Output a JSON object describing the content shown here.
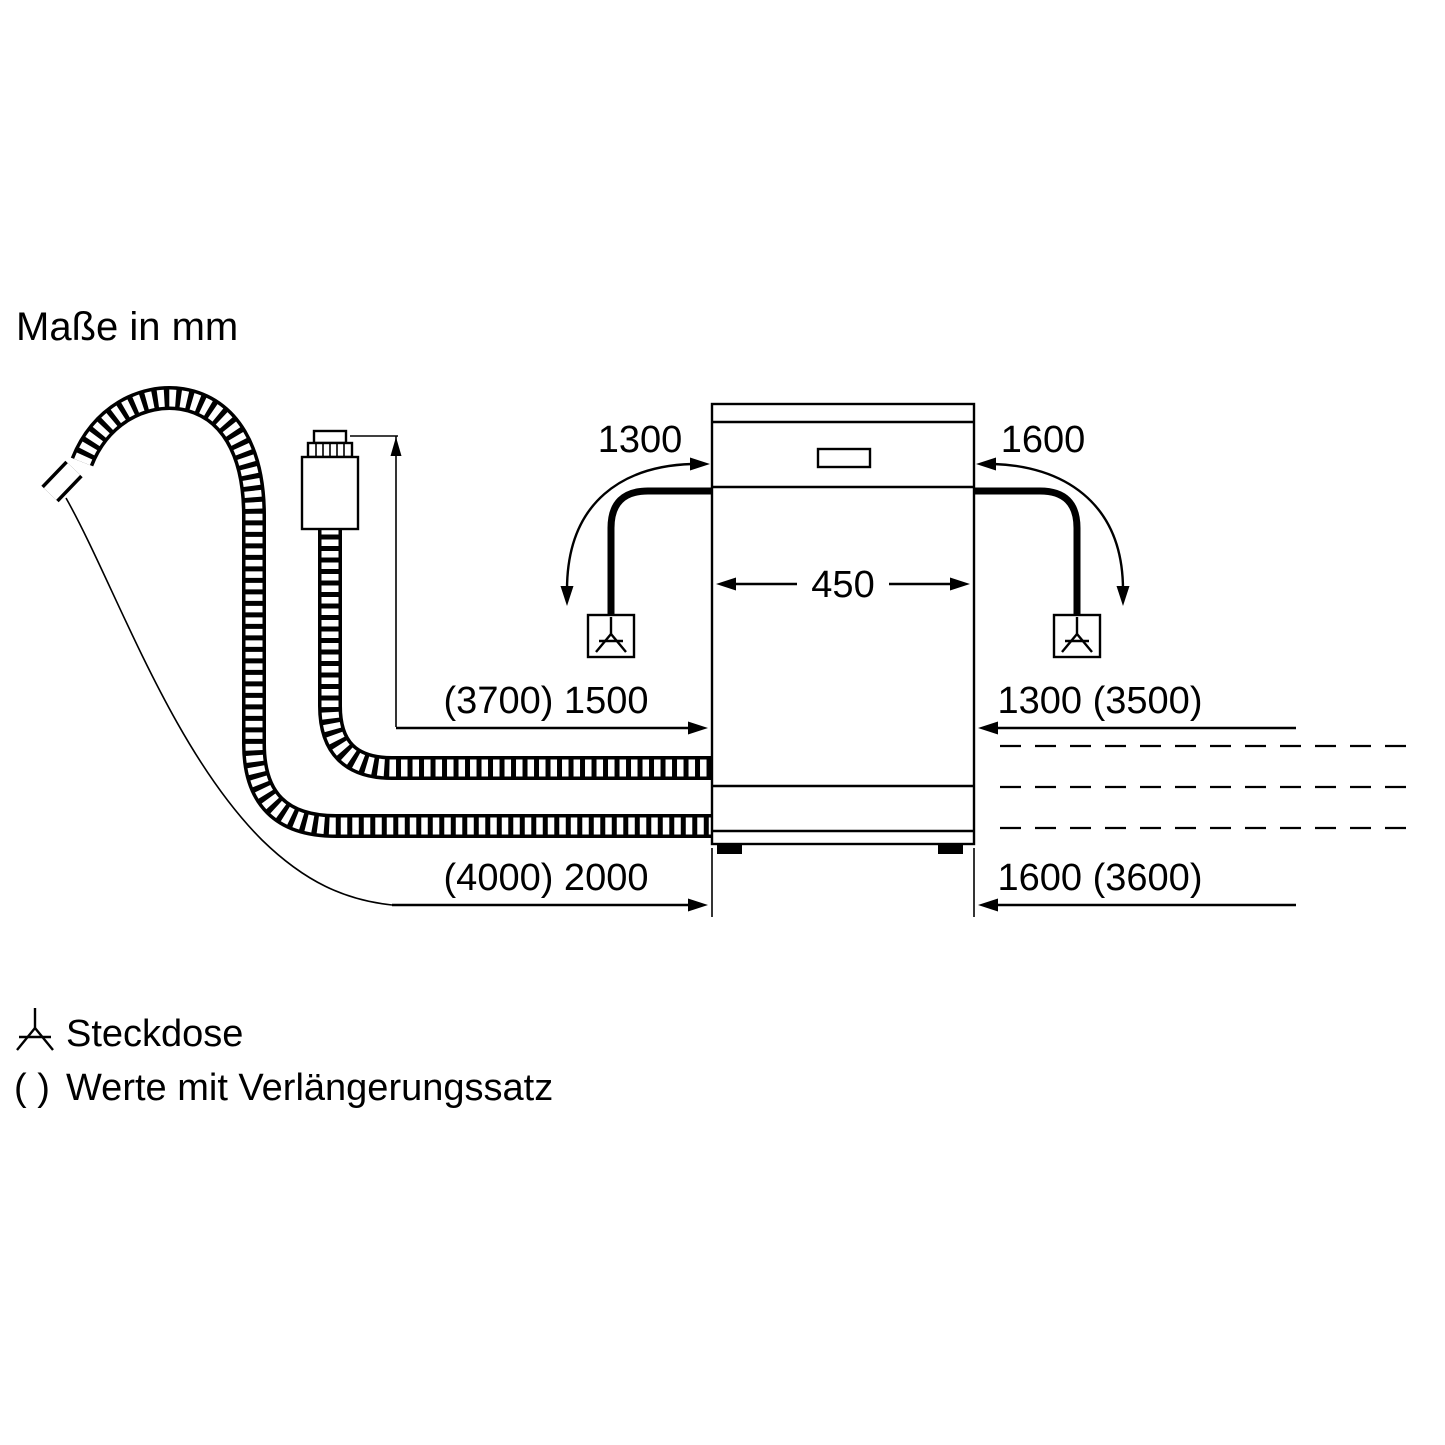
{
  "title": "Maße in mm",
  "diagram": {
    "dim_cable_left": "1300",
    "dim_cable_right": "1600",
    "dim_width": "450",
    "dim_supply_left": "(3700) 1500",
    "dim_supply_right": "1300 (3500)",
    "dim_drain_left": "(4000) 2000",
    "dim_drain_right": "1600 (3600)"
  },
  "legend": {
    "socket_label": "Steckdose",
    "paren_symbol": "( )",
    "paren_label": "Werte mit Verlängerungssatz"
  },
  "colors": {
    "line": "#000000",
    "background": "#ffffff"
  }
}
